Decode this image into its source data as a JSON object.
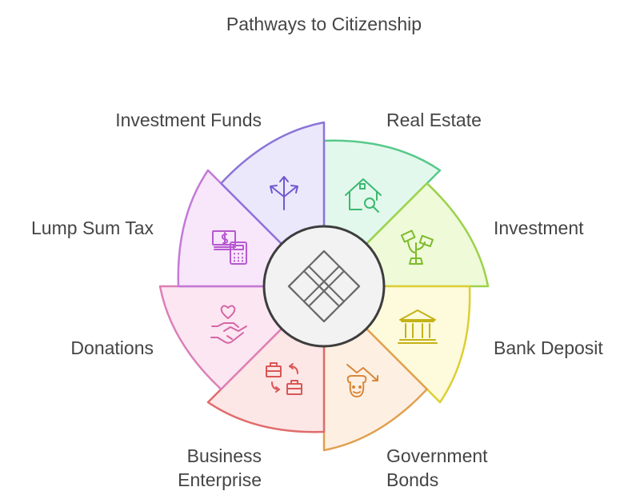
{
  "title": "Pathways to Citizenship",
  "segments": [
    {
      "label": "Real Estate",
      "icon": "house-search-icon",
      "fill": "#e3f8ec",
      "stroke": "#58c98a",
      "iconColor": "#3bb870"
    },
    {
      "label": "Investment",
      "icon": "money-plant-icon",
      "fill": "#effad9",
      "stroke": "#9cd24a",
      "iconColor": "#7dbb2b"
    },
    {
      "label": "Bank Deposit",
      "icon": "bank-icon",
      "fill": "#fdfbdc",
      "stroke": "#dccf33",
      "iconColor": "#c4b216"
    },
    {
      "label": "Government Bonds",
      "label_lines": [
        "Government",
        "Bonds"
      ],
      "icon": "bull-bear-market-icon",
      "fill": "#fdf0e2",
      "stroke": "#e19f50",
      "iconColor": "#d9863a"
    },
    {
      "label": "Business Enterprise",
      "label_lines": [
        "Business",
        "Enterprise"
      ],
      "icon": "briefcase-exchange-icon",
      "fill": "#fde6e6",
      "stroke": "#e06c6c",
      "iconColor": "#d95656"
    },
    {
      "label": "Donations",
      "icon": "handshake-heart-icon",
      "fill": "#fbe6f2",
      "stroke": "#dc7fb6",
      "iconColor": "#d666a6"
    },
    {
      "label": "Lump Sum Tax",
      "icon": "money-calculator-icon",
      "fill": "#f8e6fb",
      "stroke": "#c27ad6",
      "iconColor": "#b659cf"
    },
    {
      "label": "Investment Funds",
      "icon": "branching-arrows-icon",
      "fill": "#ebe8fb",
      "stroke": "#8c74d9",
      "iconColor": "#7158cf"
    }
  ],
  "center": {
    "icon": "geometric-pattern-icon",
    "fill": "#f2f2f2",
    "stroke": "#3d3d3d"
  }
}
